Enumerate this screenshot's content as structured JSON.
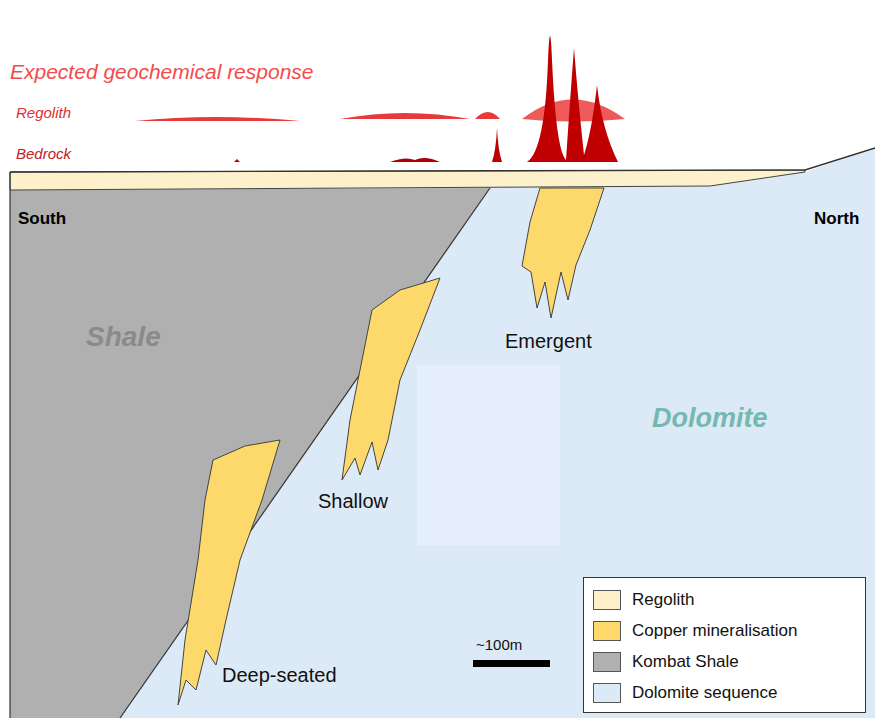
{
  "diagram": {
    "labels": [
      "Expected geochemical response",
      "Regolith",
      "Bedrock",
      "South",
      "North",
      "Shale",
      "Emergent",
      "Dolomite",
      "Shallow",
      "Deep-seated",
      "~100m"
    ],
    "legend": [
      {
        "text": "Regolith",
        "color": "#fdf1cc"
      },
      {
        "text": "Copper mineralisation",
        "color": "#fcd96a"
      },
      {
        "text": "Kombat Shale",
        "color": "#b0b0b0"
      },
      {
        "text": "Dolomite sequence",
        "color": "#dce9f7"
      }
    ]
  }
}
